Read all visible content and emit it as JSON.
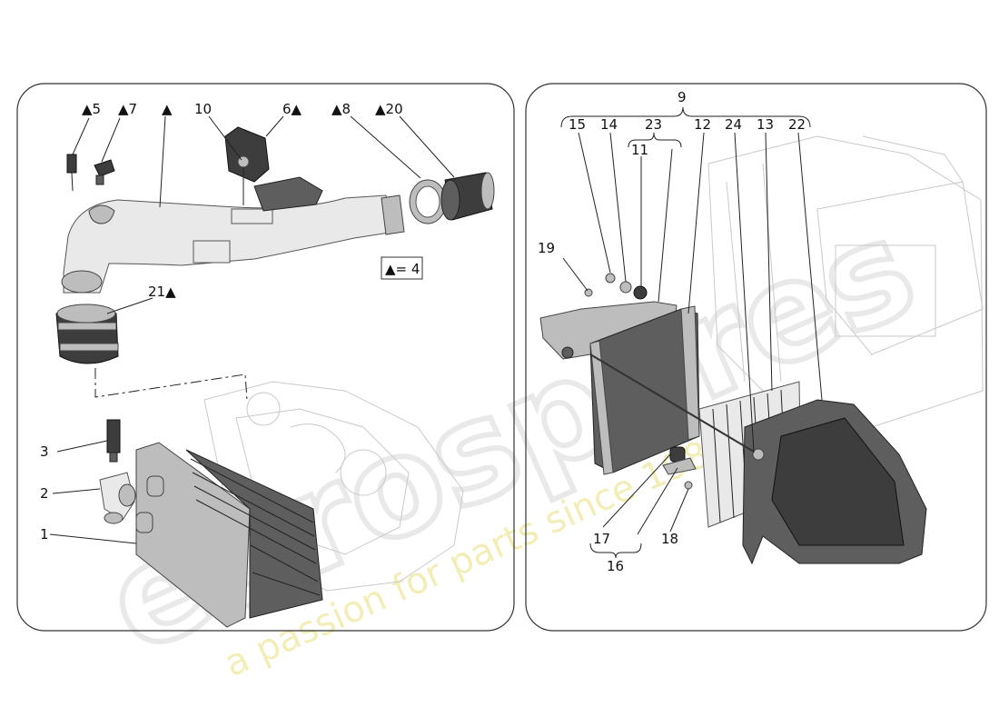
{
  "watermark": {
    "logo_text": "eurospares",
    "tagline": "a passion for parts since 1985"
  },
  "left_panel": {
    "note_label": "▲= 4",
    "callouts": [
      {
        "id": "c1",
        "text": "1"
      },
      {
        "id": "c2",
        "text": "2"
      },
      {
        "id": "c3",
        "text": "3"
      },
      {
        "id": "c5",
        "text": "▲5"
      },
      {
        "id": "c7",
        "text": "▲7"
      },
      {
        "id": "cTri",
        "text": "▲"
      },
      {
        "id": "c10",
        "text": "10"
      },
      {
        "id": "c6",
        "text": "6▲"
      },
      {
        "id": "c8",
        "text": "▲8"
      },
      {
        "id": "c20",
        "text": "▲20"
      },
      {
        "id": "c21",
        "text": "21▲"
      }
    ]
  },
  "right_panel": {
    "callouts": [
      {
        "id": "c9",
        "text": "9"
      },
      {
        "id": "c15",
        "text": "15"
      },
      {
        "id": "c14",
        "text": "14"
      },
      {
        "id": "c23",
        "text": "23"
      },
      {
        "id": "c11",
        "text": "11"
      },
      {
        "id": "c12",
        "text": "12"
      },
      {
        "id": "c24",
        "text": "24"
      },
      {
        "id": "c13",
        "text": "13"
      },
      {
        "id": "c22",
        "text": "22"
      },
      {
        "id": "c19",
        "text": "19"
      },
      {
        "id": "c17",
        "text": "17"
      },
      {
        "id": "c16",
        "text": "16"
      },
      {
        "id": "c18",
        "text": "18"
      }
    ]
  }
}
